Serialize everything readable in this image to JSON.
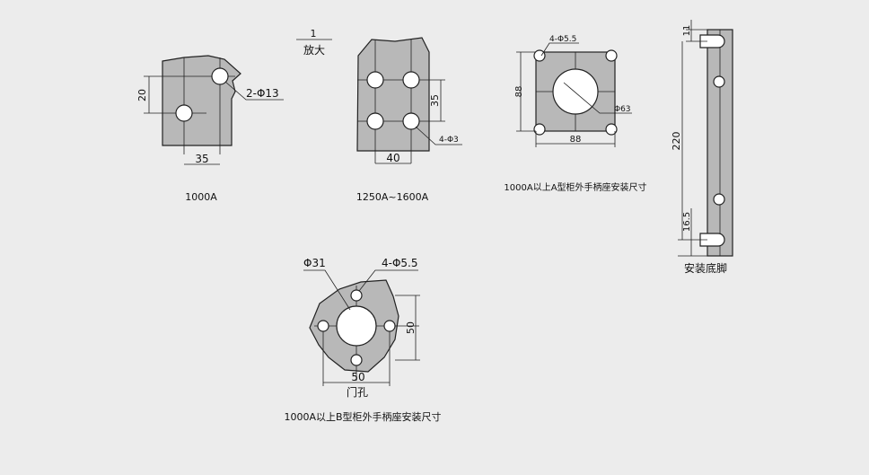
{
  "scale": {
    "numerator": "1",
    "label": "放大"
  },
  "fig_1000a": {
    "dim_vertical": "20",
    "dim_horizontal": "35",
    "hole_callout": "2-Φ13",
    "caption": "1000A"
  },
  "fig_1250a": {
    "dim_vertical": "35",
    "dim_horizontal": "40",
    "hole_callout": "4-Φ3",
    "caption": "1250A~1600A"
  },
  "fig_type_a": {
    "hole_callout": "4-Φ5.5",
    "dim_vertical": "88",
    "dim_horizontal": "88",
    "center_callout": "Φ63",
    "caption": "1000A以上A型柜外手柄座安装尺寸"
  },
  "fig_foot": {
    "dim_top": "11",
    "dim_length": "220",
    "dim_bottom": "16.5",
    "caption": "安装底脚"
  },
  "fig_type_b": {
    "center_callout": "Φ31",
    "hole_callout": "4-Φ5.5",
    "dim_vertical": "50",
    "dim_horizontal": "50",
    "sub_caption": "门孔",
    "caption": "1000A以上B型柜外手柄座安装尺寸"
  }
}
